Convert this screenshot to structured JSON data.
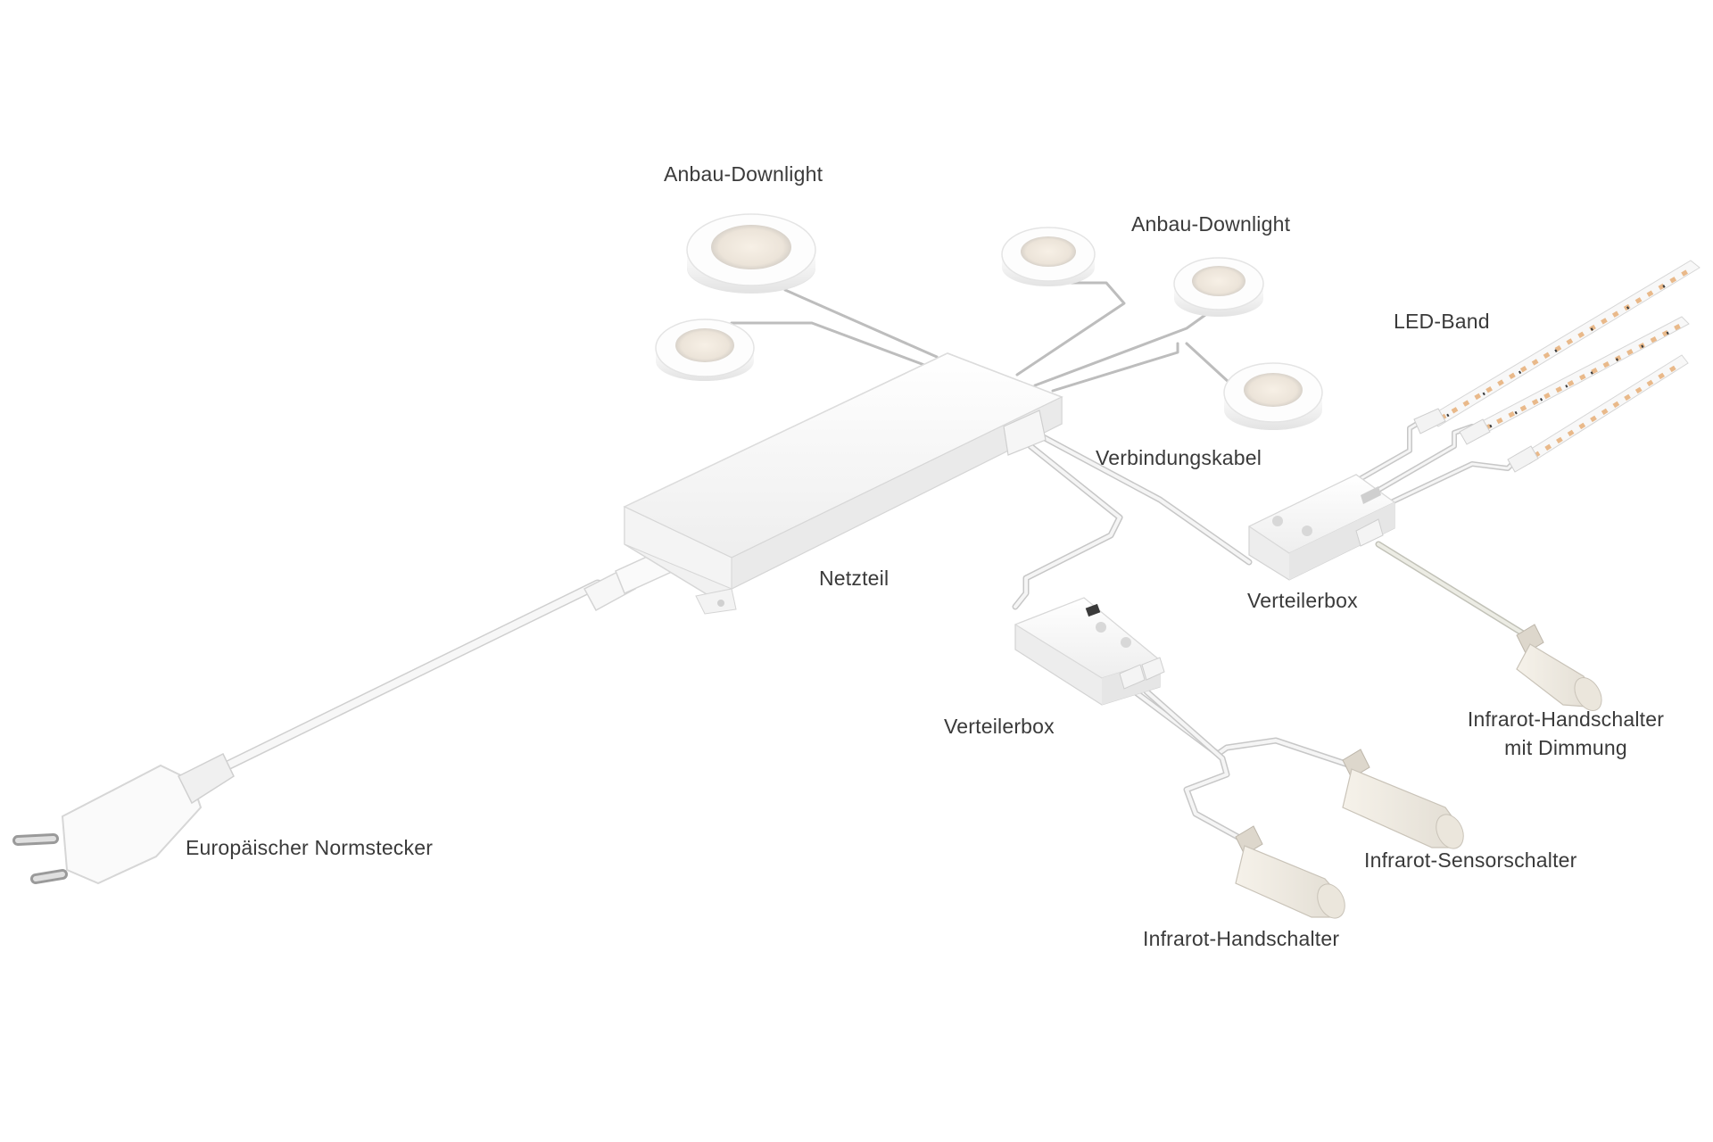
{
  "labels": {
    "downlight_a": "Anbau-Downlight",
    "downlight_b": "Anbau-Downlight",
    "led_band": "LED-Band",
    "verbindungskabel": "Verbindungskabel",
    "netzteil": "Netzteil",
    "verteilerbox_right": "Verteilerbox",
    "verteilerbox_left": "Verteilerbox",
    "ir_hand_dimm_line1": "Infrarot-Handschalter",
    "ir_hand_dimm_line2": "mit Dimmung",
    "ir_sensor": "Infrarot-Sensorschalter",
    "ir_hand": "Infrarot-Handschalter",
    "plug": "Europäischer Normstecker"
  },
  "colors": {
    "device_face": "#fbfbfb",
    "device_edge": "#d9d9d9",
    "cable": "#f2f2f2",
    "cable_edge": "#cfcfcf",
    "led_chip": "#e9b98a",
    "led_dark": "#3a3a3a"
  }
}
